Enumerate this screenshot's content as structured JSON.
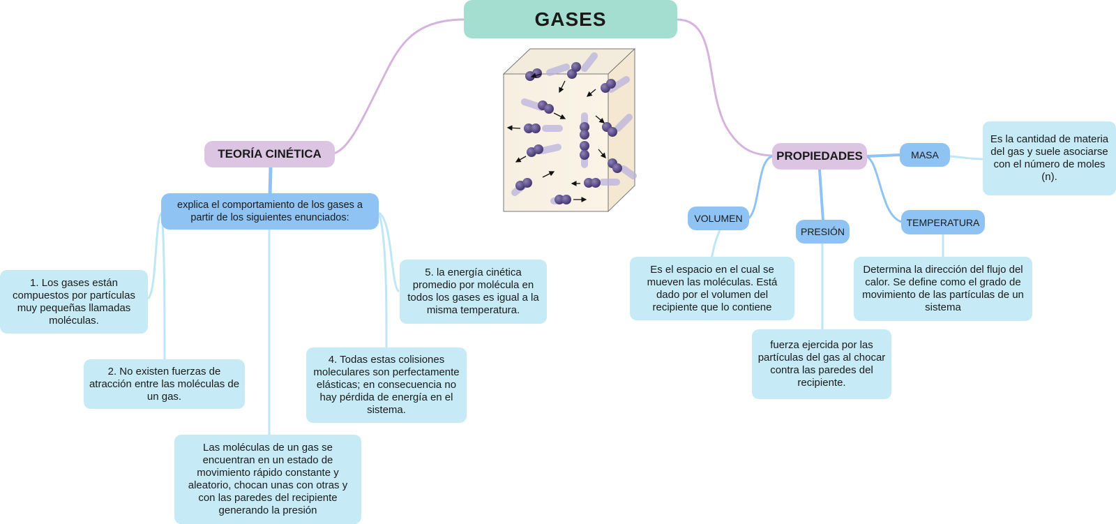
{
  "root": {
    "title": "GASES"
  },
  "theory": {
    "title": "TEORÍA CINÉTICA",
    "intro": "explica el comportamiento de los gases a partir de los siguientes enunciados:",
    "statements": [
      "1. Los gases están compuestos por partículas muy pequeñas llamadas moléculas.",
      "2. No existen fuerzas de atracción entre las moléculas de un gas.",
      "Las moléculas de un gas se encuentran en un estado de movimiento rápido constante y aleatorio, chocan unas con otras y con las paredes del recipiente generando la presión",
      "4. Todas estas colisiones moleculares son perfectamente elásticas; en consecuencia no hay pérdida de energía en el sistema.",
      "5. la energía cinética promedio por molécula en todos los gases es igual a la misma temperatura."
    ]
  },
  "properties": {
    "title": "PROPIEDADES",
    "items": [
      {
        "label": "MASA",
        "description": "Es la cantidad de materia del gas y suele asociarse con el número de moles (n)."
      },
      {
        "label": "VOLUMEN",
        "description": "Es el espacio en el cual se mueven las moléculas. Está dado por el volumen del recipiente que lo contiene"
      },
      {
        "label": "PRESIÓN",
        "description": "fuerza ejercida por las partículas del gas al chocar contra las paredes del recipiente."
      },
      {
        "label": "TEMPERATURA",
        "description": "Determina la dirección del flujo del calor. Se define como el grado de movimiento de las partículas de un sistema"
      }
    ]
  },
  "colors": {
    "root_fill": "#a3ded0",
    "main_fill": "#dcc5e2",
    "sub_fill": "#8ec3f3",
    "leaf_fill": "#c6ebf6",
    "root_link": "#d6b3dd",
    "main_link": "#8ec3f3",
    "leaf_link": "#bfe6f5",
    "molecule": "#4c3f78"
  }
}
